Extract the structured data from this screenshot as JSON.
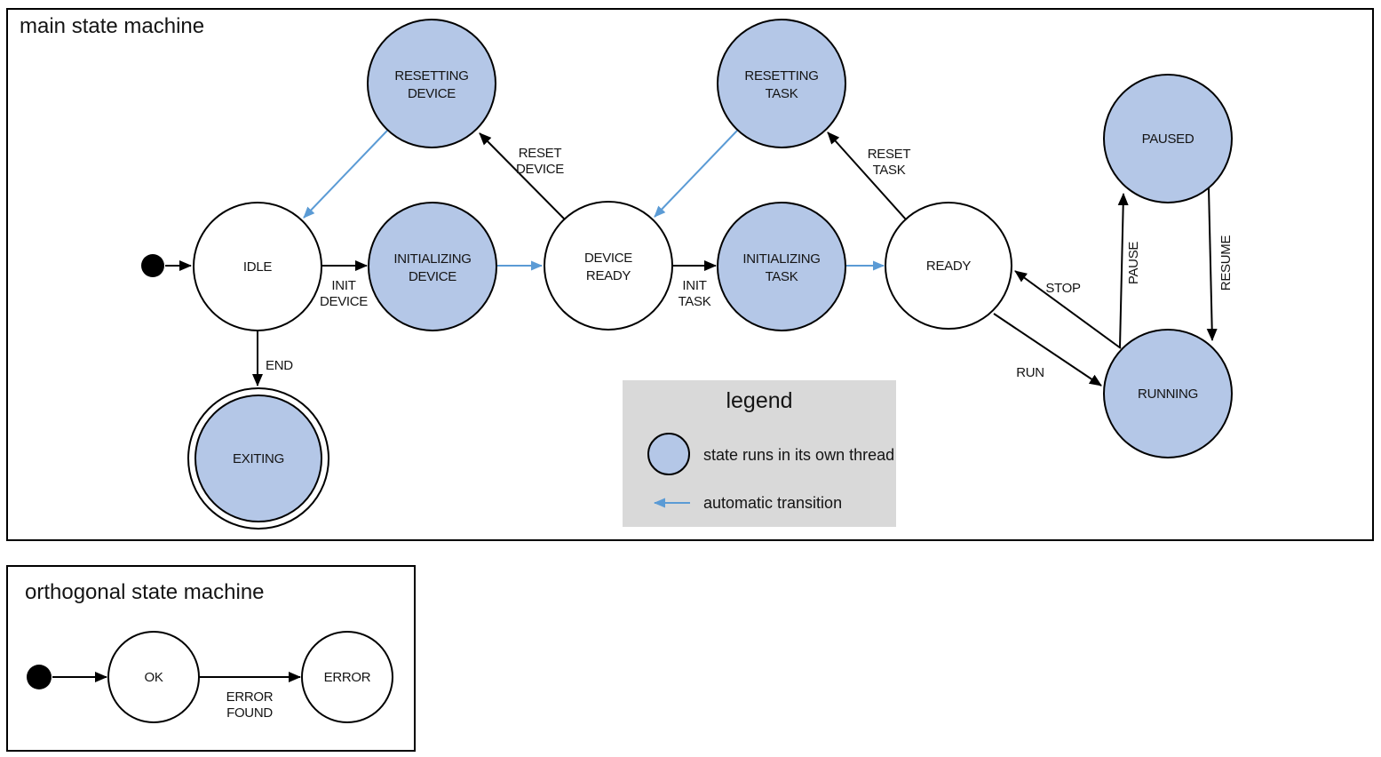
{
  "colors": {
    "thread_fill": "#b4c7e7",
    "auto_transition": "#5b9bd5",
    "legend_bg": "#d9d9d9",
    "stroke": "#000000"
  },
  "main": {
    "title": "main state machine",
    "states": {
      "idle": "IDLE",
      "resetting_device": [
        "RESETTING",
        "DEVICE"
      ],
      "initializing_device": [
        "INITIALIZING",
        "DEVICE"
      ],
      "device_ready": [
        "DEVICE",
        "READY"
      ],
      "resetting_task": [
        "RESETTING",
        "TASK"
      ],
      "initializing_task": [
        "INITIALIZING",
        "TASK"
      ],
      "ready": "READY",
      "paused": "PAUSED",
      "running": "RUNNING",
      "exiting": "EXITING"
    },
    "transitions": {
      "init_device": [
        "INIT",
        "DEVICE"
      ],
      "reset_device": [
        "RESET",
        "DEVICE"
      ],
      "init_task": [
        "INIT",
        "TASK"
      ],
      "reset_task": [
        "RESET",
        "TASK"
      ],
      "end": "END",
      "run": "RUN",
      "stop": "STOP",
      "pause": "PAUSE",
      "resume": "RESUME"
    }
  },
  "legend": {
    "title": "legend",
    "items": [
      {
        "icon": "thread-state-swatch",
        "label": "state runs in its own thread"
      },
      {
        "icon": "auto-transition-arrow",
        "label": "automatic transition"
      }
    ]
  },
  "orthogonal": {
    "title": "orthogonal state machine",
    "states": {
      "ok": "OK",
      "error": "ERROR"
    },
    "transitions": {
      "error_found": [
        "ERROR",
        "FOUND"
      ]
    }
  }
}
